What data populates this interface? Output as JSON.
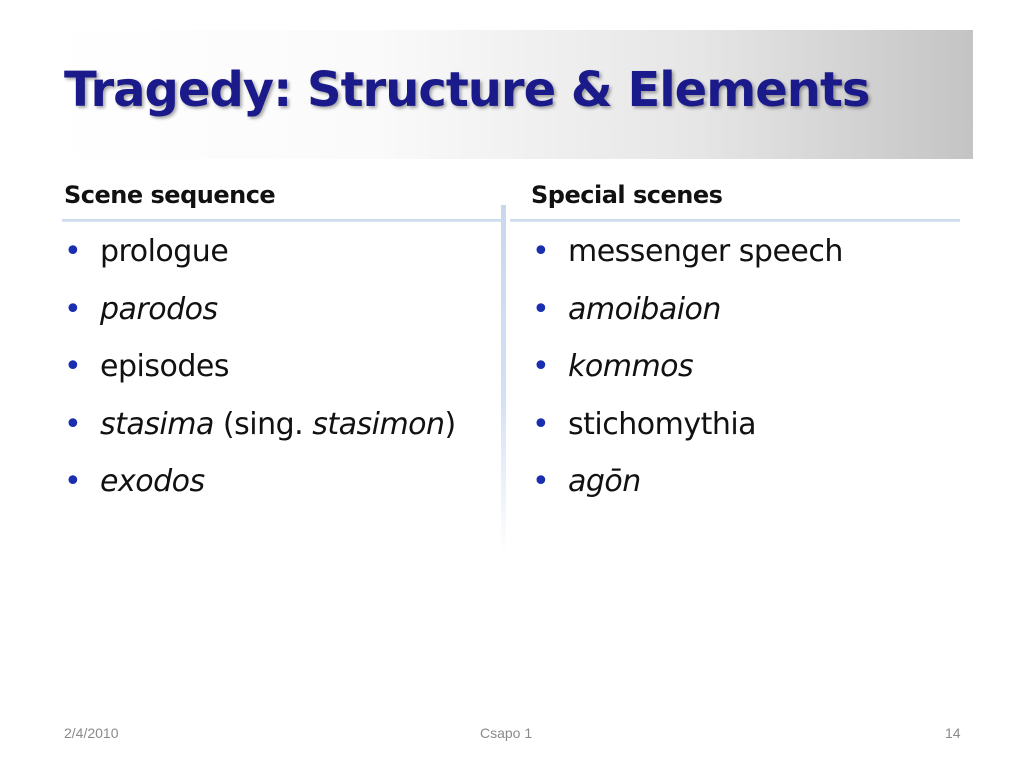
{
  "slide": {
    "title": "Tragedy: Structure & Elements",
    "left_column": {
      "heading": "Scene sequence",
      "items": [
        {
          "text": "prologue"
        },
        {
          "text": "parodos"
        },
        {
          "text": "episodes"
        },
        {
          "pre": "stasima",
          "mid": " (sing. ",
          "post": "stasimon",
          "end": ")"
        },
        {
          "text": "exodos"
        }
      ]
    },
    "right_column": {
      "heading": "Special scenes",
      "items": [
        {
          "text": "messenger speech"
        },
        {
          "text": "amoibaion"
        },
        {
          "text": "kommos"
        },
        {
          "text": "stichomythia"
        },
        {
          "text": "agōn"
        }
      ]
    },
    "bullet_symbol": "•",
    "bullet_color": "#1a2fb0",
    "title_color": "#1a1a8a"
  },
  "footer": {
    "date": "2/4/2010",
    "author": "Csapo 1",
    "page_number": "14"
  }
}
